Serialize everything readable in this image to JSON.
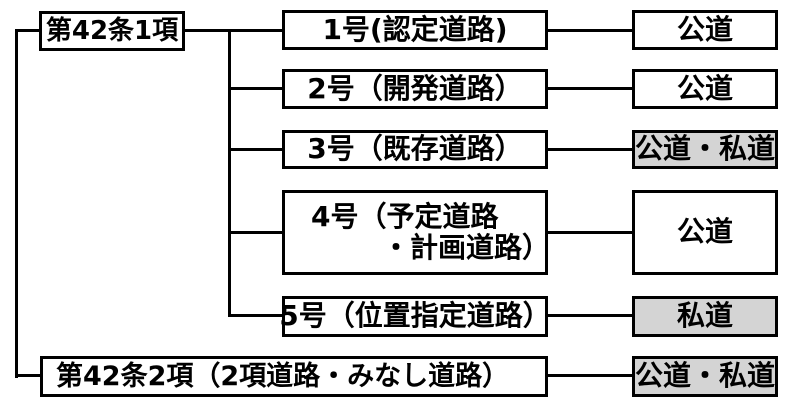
{
  "diagram": {
    "level1": {
      "label": "第42条1項"
    },
    "rows": [
      {
        "label": "1号(認定道路)",
        "result": "公道",
        "result_style": "white"
      },
      {
        "label": "2号（開発道路）",
        "result": "公道",
        "result_style": "white"
      },
      {
        "label": "3号（既存道路）",
        "result": "公道・私道",
        "result_style": "gray"
      },
      {
        "label_line1": "4号（予定道路",
        "label_line2": "・計画道路）",
        "result": "公道",
        "result_style": "white"
      },
      {
        "label": "5号（位置指定道路）",
        "result": "私道",
        "result_style": "gray"
      }
    ],
    "level2": {
      "label": "第42条2項（2項道路・みなし道路）",
      "result": "公道・私道",
      "result_style": "gray"
    },
    "colors": {
      "line": "#000000",
      "text": "#000000",
      "box_bg": "#ffffff",
      "gray_bg": "#d4d4d4",
      "page_bg": "#ffffff"
    }
  }
}
